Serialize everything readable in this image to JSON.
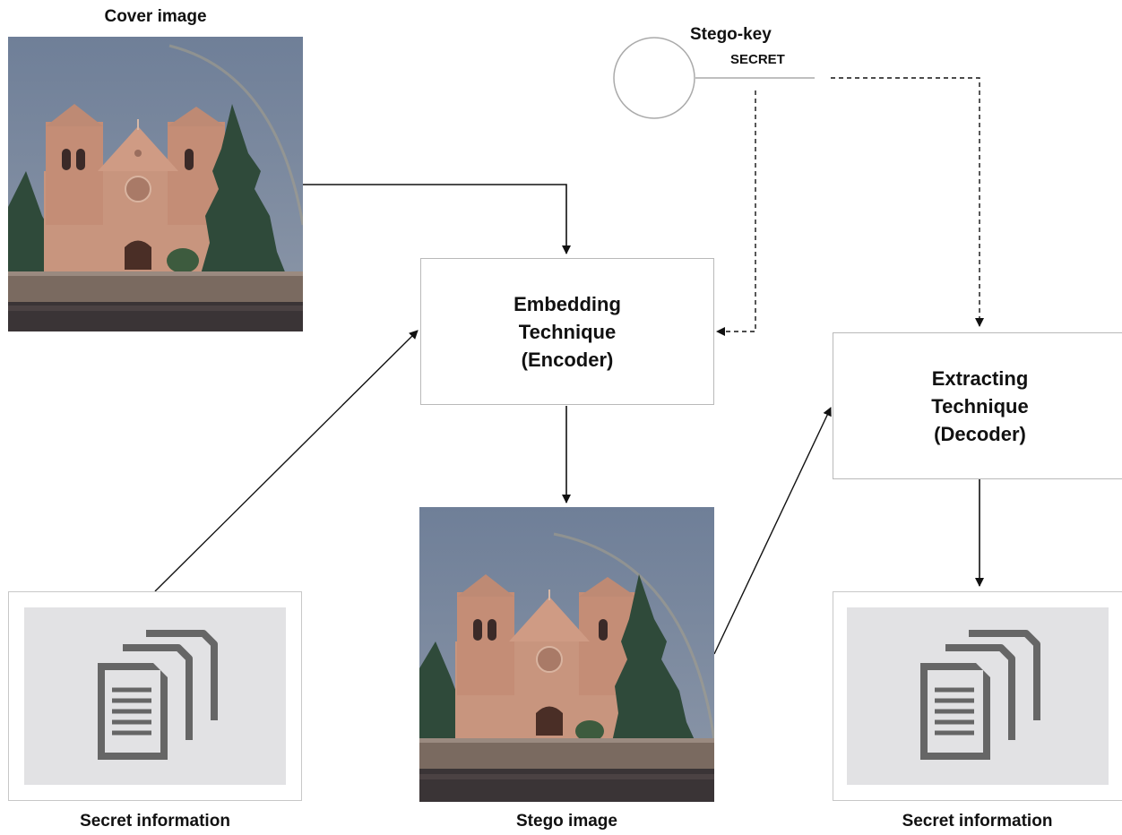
{
  "labels": {
    "cover_image": "Cover image",
    "stego_key": "Stego-key",
    "stego_key_value": "SECRET",
    "stego_image": "Stego image",
    "secret_information_left": "Secret information",
    "secret_information_right": "Secret information"
  },
  "encoder_box": {
    "lines": [
      "Embedding",
      "Technique",
      "(Encoder)"
    ]
  },
  "decoder_box": {
    "lines": [
      "Extracting",
      "Technique",
      "(Decoder)"
    ]
  },
  "colors": {
    "sky": "#7c8ba2",
    "building": "#c8957e",
    "tree": "#2f4a3a",
    "wall": "#7a6a60",
    "ground": "#3a3436",
    "doc_bg": "#e2e2e4",
    "doc_icon": "#666666",
    "arrow": "#111111",
    "box_border": "#b9b9b9"
  },
  "icons": {
    "photo": "cathedral-photo",
    "document": "document-stack-icon"
  }
}
